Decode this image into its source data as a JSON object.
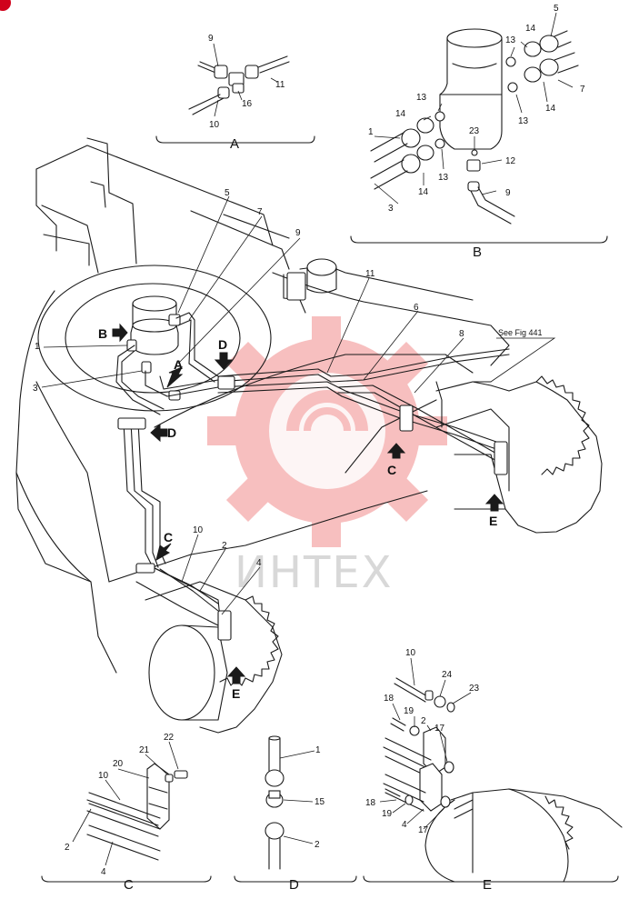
{
  "colors": {
    "line": "#1a1a1a",
    "watermark_gear": "#f28c8c",
    "badge": "#d0021b"
  },
  "watermark": {
    "text": "ИНТЕХ"
  },
  "note": {
    "text": "See Fig 441"
  },
  "views": [
    {
      "id": "A",
      "label": "A"
    },
    {
      "id": "B",
      "label": "B"
    },
    {
      "id": "C",
      "label": "C"
    },
    {
      "id": "D",
      "label": "D"
    },
    {
      "id": "E",
      "label": "E"
    }
  ],
  "arrows": {
    "B": "B",
    "A": "A",
    "D_top": "D",
    "D_side": "D",
    "C_left": "C",
    "C_right": "C",
    "E_left": "E",
    "E_right": "E"
  },
  "callouts": {
    "view_a": [
      "9",
      "11",
      "16",
      "10"
    ],
    "view_b": [
      "5",
      "14",
      "13",
      "7",
      "13",
      "14",
      "13",
      "1",
      "14",
      "23",
      "12",
      "13",
      "3",
      "14",
      "9"
    ],
    "main": [
      "5",
      "7",
      "9",
      "1",
      "3",
      "11",
      "6",
      "8",
      "10",
      "2",
      "4"
    ],
    "view_c": [
      "22",
      "21",
      "20",
      "10",
      "2",
      "4"
    ],
    "view_d": [
      "1",
      "15",
      "2"
    ],
    "view_e": [
      "10",
      "24",
      "23",
      "18",
      "19",
      "2",
      "17",
      "18",
      "19",
      "4",
      "17"
    ]
  }
}
